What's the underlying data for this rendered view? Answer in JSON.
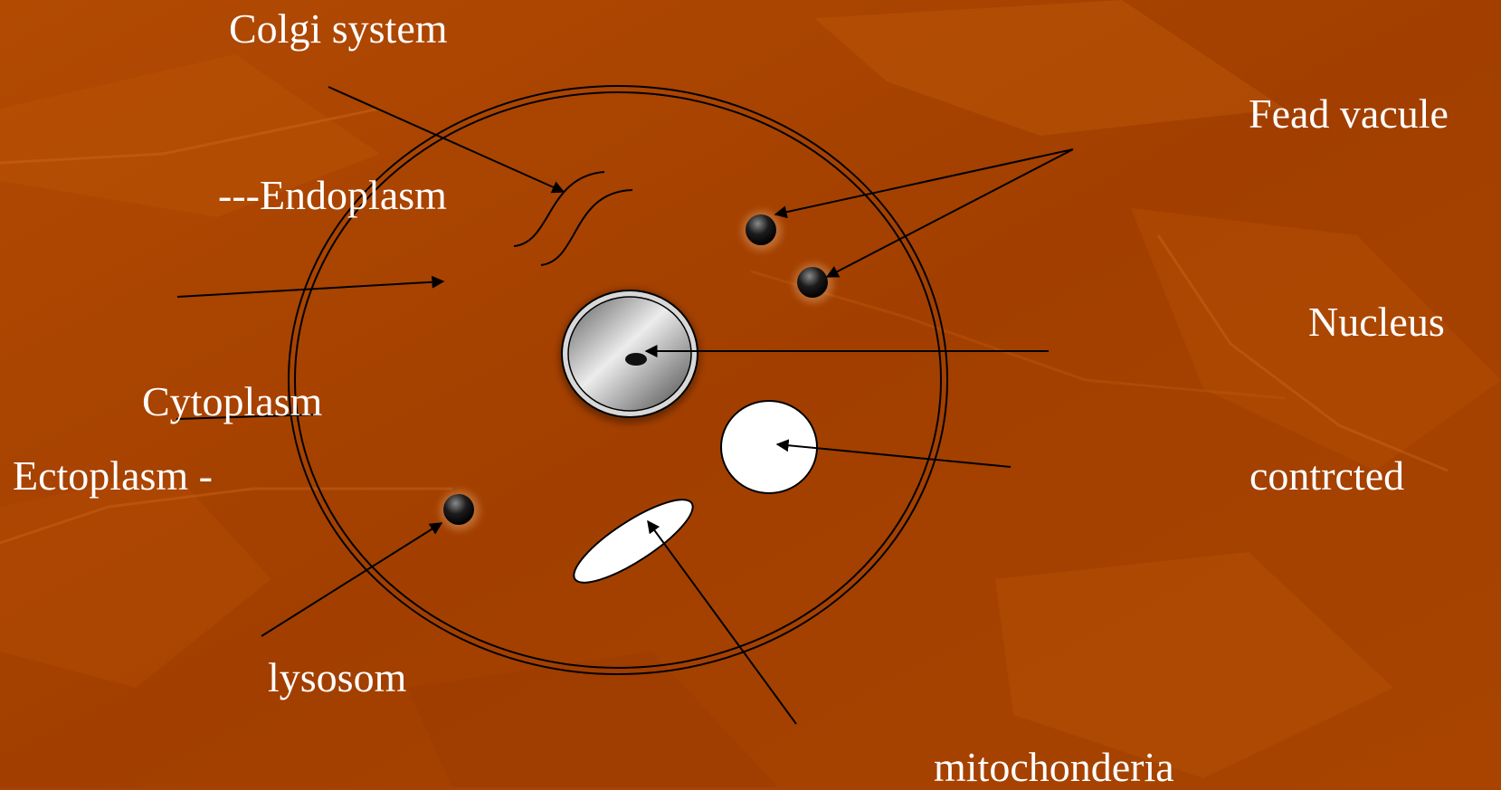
{
  "labels": {
    "golgi": "Colgi system",
    "endoplasm": "---Endoplasm",
    "cytoplasm": "Cytoplasm",
    "ectoplasm": "Ectoplasm -",
    "lysosome": "lysosom",
    "food_vacuole": "Fead vacule",
    "nucleus": "Nucleus",
    "contractile": "contrcted",
    "mitochondria": "mitochonderia"
  },
  "colors": {
    "background": "#a84200",
    "label_text": "#ffffff",
    "line": "#000000",
    "vacuole_fill": "#ffffff"
  }
}
